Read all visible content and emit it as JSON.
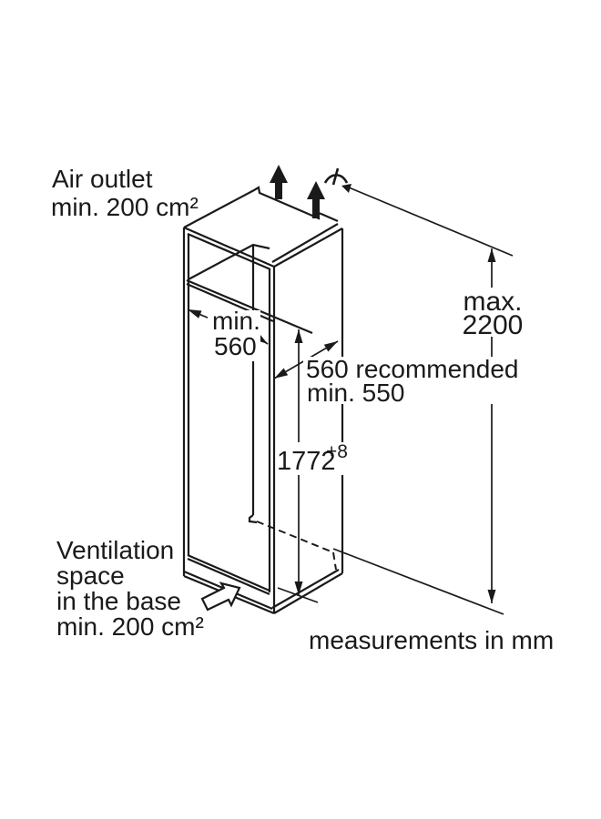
{
  "figure": {
    "air_outlet": {
      "line1": "Air outlet",
      "line2": "min. 200 cm²"
    },
    "ventilation": {
      "line1": "Ventilation",
      "line2": "space",
      "line3": "in the base",
      "line4": "min. 200 cm²"
    },
    "footer": "measurements in mm",
    "dims": {
      "max_height": {
        "line1": "max.",
        "line2": "2200"
      },
      "niche_width": {
        "line1": "min.",
        "line2": "560"
      },
      "depth": {
        "line1": "560 recommended",
        "line2": "min. 550"
      },
      "niche_height": {
        "value": "1772",
        "tolerance": "+8"
      }
    },
    "colors": {
      "line": "#1a1a1a",
      "background": "#ffffff"
    }
  }
}
